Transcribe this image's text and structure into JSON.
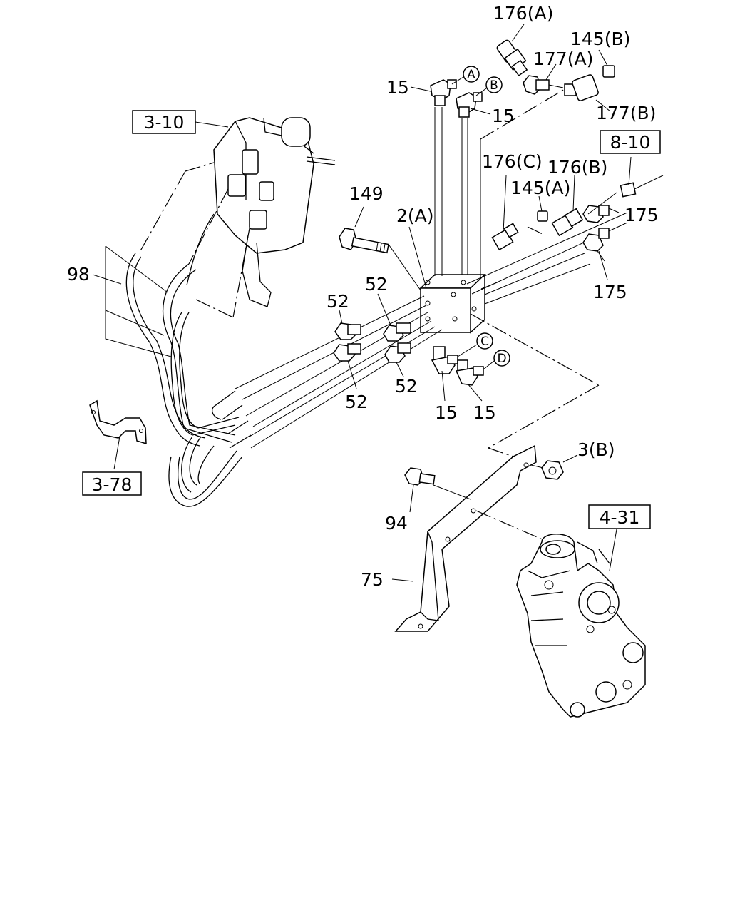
{
  "ref_boxes": {
    "r_3_10": "3-10",
    "r_8_10": "8-10",
    "r_3_78": "3-78",
    "r_4_31": "4-31"
  },
  "labels": {
    "p176A": "176(A)",
    "p145B": "145(B)",
    "p177A": "177(A)",
    "p177B": "177(B)",
    "p15_tl": "15",
    "p15_tr": "15",
    "p176C": "176(C)",
    "p176B": "176(B)",
    "p145A": "145(A)",
    "p175_top": "175",
    "p175_bot": "175",
    "p149": "149",
    "p2A": "2(A)",
    "p98": "98",
    "p52_a": "52",
    "p52_b": "52",
    "p52_c": "52",
    "p52_d": "52",
    "p15_bl": "15",
    "p15_br": "15",
    "p3B": "3(B)",
    "p94": "94",
    "p75": "75"
  },
  "circled": {
    "A": "A",
    "B": "B",
    "C": "C",
    "D": "D"
  }
}
